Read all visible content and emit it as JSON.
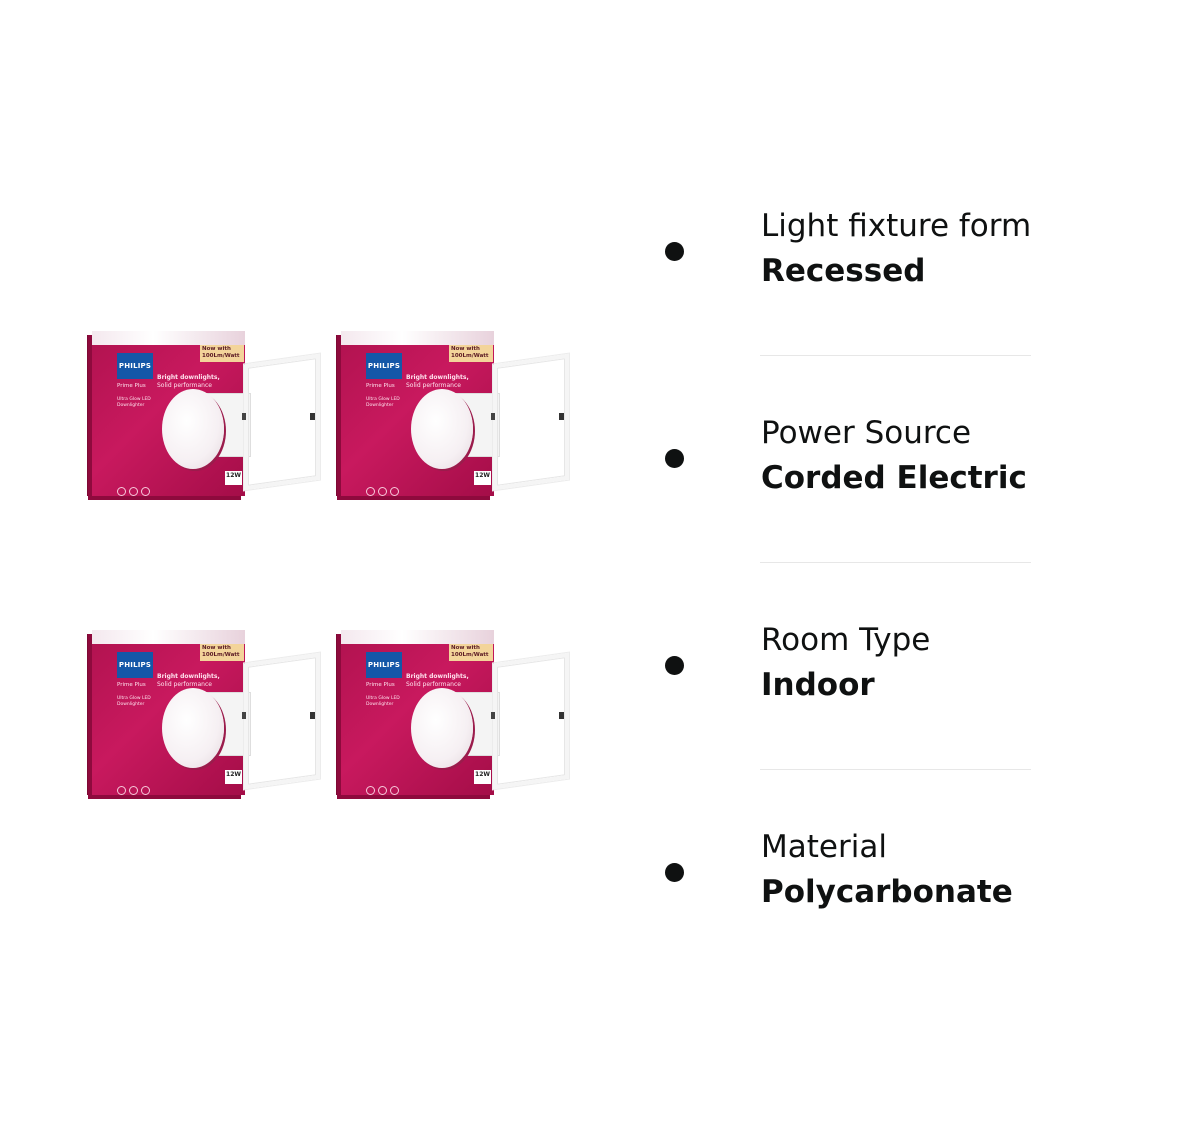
{
  "products": [
    {
      "brand": "PHILIPS",
      "series": "Prime Plus",
      "headline_1": "Bright downlights,",
      "headline_2": "Solid performance",
      "subtitle": "Ultra Glow LED Downlighter",
      "badge": "Now with 100Lm/Watt",
      "wattage": "12W"
    },
    {
      "brand": "PHILIPS",
      "series": "Prime Plus",
      "headline_1": "Bright downlights,",
      "headline_2": "Solid performance",
      "subtitle": "Ultra Glow LED Downlighter",
      "badge": "Now with 100Lm/Watt",
      "wattage": "12W"
    },
    {
      "brand": "PHILIPS",
      "series": "Prime Plus",
      "headline_1": "Bright downlights,",
      "headline_2": "Solid performance",
      "subtitle": "Ultra Glow LED Downlighter",
      "badge": "Now with 100Lm/Watt",
      "wattage": "12W"
    },
    {
      "brand": "PHILIPS",
      "series": "Prime Plus",
      "headline_1": "Bright downlights,",
      "headline_2": "Solid performance",
      "subtitle": "Ultra Glow LED Downlighter",
      "badge": "Now with 100Lm/Watt",
      "wattage": "12W"
    }
  ],
  "specs": [
    {
      "label": "Light fixture form",
      "value": "Recessed"
    },
    {
      "label": "Power Source",
      "value": "Corded Electric"
    },
    {
      "label": "Room Type",
      "value": "Indoor"
    },
    {
      "label": "Material",
      "value": "Polycarbonate"
    }
  ],
  "colors": {
    "box_magenta": "#b0124f",
    "philips_blue": "#1457a8",
    "text": "#0f1111",
    "divider": "#e7e7e7"
  }
}
